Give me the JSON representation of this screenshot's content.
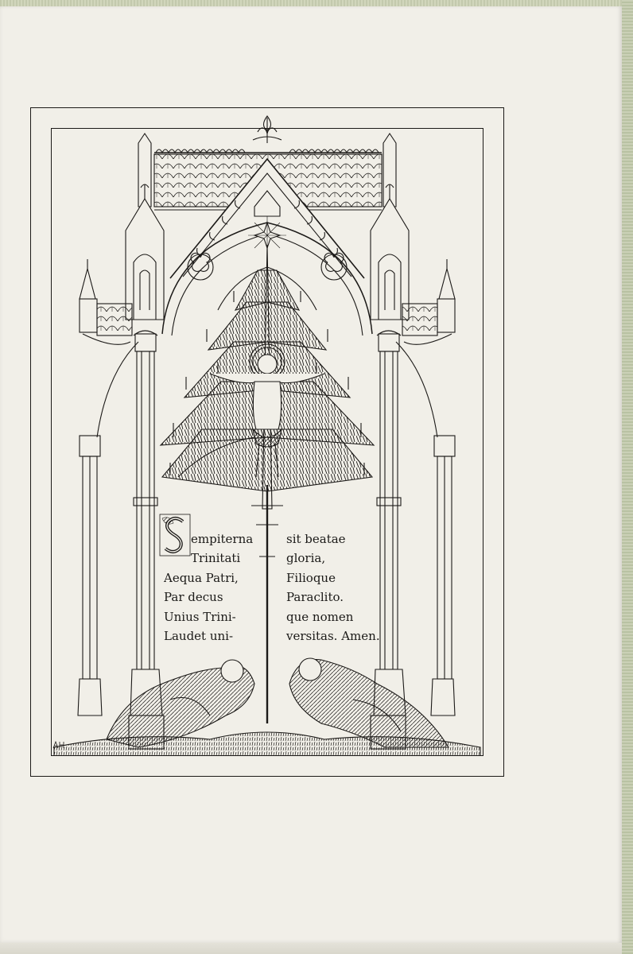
{
  "verse": {
    "left": {
      "initial": "S",
      "lines": [
        "empiterna",
        "Trinitati",
        "Aequa Patri,",
        "Par decus",
        "Unius Trini-",
        "Laudet uni-"
      ]
    },
    "right": {
      "lines": [
        "sit beatae",
        "gloria,",
        "Filioque",
        "Paraclito.",
        "que nomen",
        "versitas. Amen."
      ]
    }
  },
  "colors": {
    "ink": "#1c1a18",
    "paper": "#f1efe8",
    "cloth": "#c9cdb4"
  },
  "icons": [
    "monogram-icon"
  ]
}
